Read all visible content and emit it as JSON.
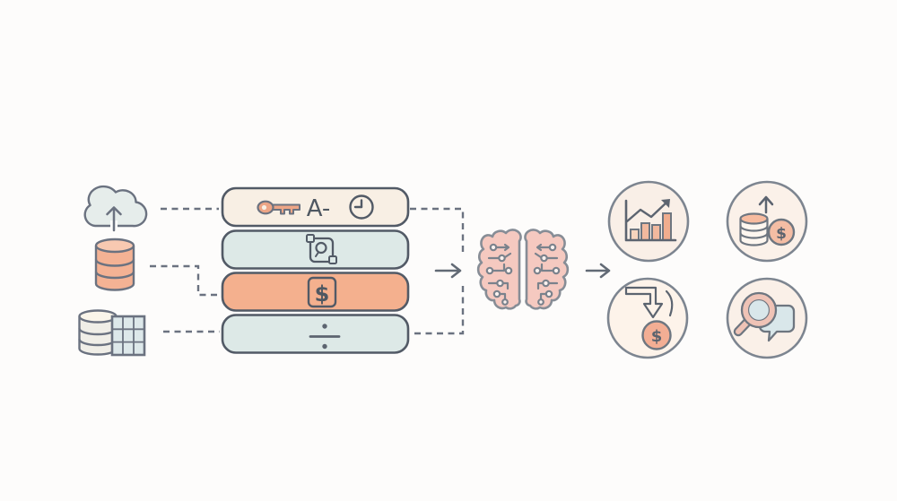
{
  "colors": {
    "background": "#fdfcfb",
    "outline": "#5c6470",
    "dashed_line": "#6b7280",
    "accent_salmon": "#f4b08e",
    "accent_teal": "#dde9e7",
    "accent_cream": "#f8efe4",
    "brain_pink": "#f5c9c0",
    "light_blue": "#d9e7ea",
    "coin_salmon": "#f4bda4"
  },
  "sources": [
    {
      "id": "cloud-upload",
      "kind": "cloud with upload arrow"
    },
    {
      "id": "database",
      "kind": "database cylinder"
    },
    {
      "id": "database-table",
      "kind": "database cylinder with table grid"
    }
  ],
  "pipeline": {
    "stages": [
      {
        "id": "access",
        "fill": "#f8efe4",
        "label": "A-",
        "icons": [
          "key-icon",
          "font-size-label",
          "clock-icon"
        ]
      },
      {
        "id": "transform",
        "fill": "#dde9e7",
        "icons": [
          "transform-icon"
        ]
      },
      {
        "id": "currency",
        "fill": "#f4b08e",
        "label": "$",
        "icons": [
          "dollar-square-icon"
        ]
      },
      {
        "id": "divide",
        "fill": "#dde9e7",
        "icons": [
          "divide-icon"
        ]
      }
    ]
  },
  "processor": {
    "id": "ai-brain-circuit",
    "fill": "#f5c9c0"
  },
  "outputs": [
    {
      "id": "growth-chart",
      "fill": "#f9efe7",
      "icons": [
        "bar-chart-up-icon"
      ]
    },
    {
      "id": "coins-up",
      "fill": "#fbf1e9",
      "label": "$",
      "icons": [
        "up-arrow-icon",
        "coin-stack-icon",
        "dollar-coin-icon"
      ]
    },
    {
      "id": "cost-down",
      "fill": "#fdf3ea",
      "label": "$",
      "icons": [
        "bent-down-arrow-icon",
        "dollar-coin-icon"
      ]
    },
    {
      "id": "search-insights",
      "fill": "#faf0e8",
      "icons": [
        "magnifier-icon",
        "chat-bubble-icon"
      ]
    }
  ]
}
